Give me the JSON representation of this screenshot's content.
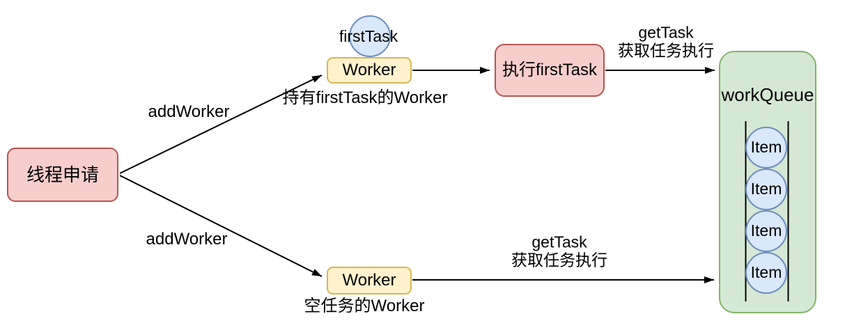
{
  "diagram_title": "thread-pool-worker-flow",
  "colors": {
    "red_fill": "#f8cecc",
    "red_stroke": "#b85450",
    "yellow_fill": "#fff2cc",
    "yellow_stroke": "#d6b656",
    "blue_fill": "#dae8fc",
    "blue_stroke": "#6c8ebf",
    "green_fill": "#d5e8d4",
    "green_stroke": "#82b366",
    "connector": "#000000"
  },
  "nodes": {
    "thread_request": "线程申请",
    "worker_top": "Worker",
    "worker_top_caption": "持有firstTask的Worker",
    "first_task": "firstTask",
    "exec_first_task": "执行firstTask",
    "worker_bottom": "Worker",
    "worker_bottom_caption": "空任务的Worker",
    "work_queue": "workQueue",
    "queue_items": [
      "Item",
      "Item",
      "Item",
      "Item"
    ]
  },
  "edges": {
    "add_worker_top": "addWorker",
    "add_worker_bottom": "addWorker",
    "get_task_top": {
      "line1": "getTask",
      "line2": "获取任务执行"
    },
    "get_task_bottom": {
      "line1": "getTask",
      "line2": "获取任务执行"
    }
  }
}
